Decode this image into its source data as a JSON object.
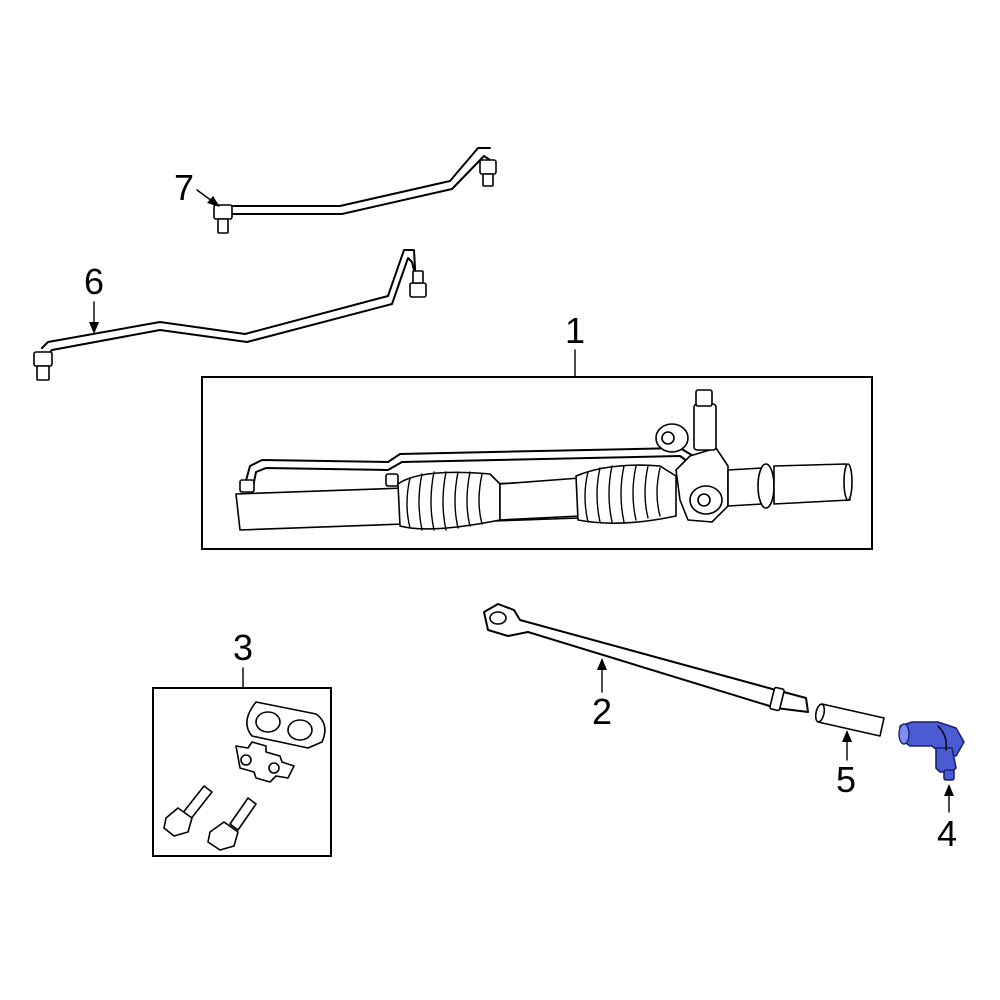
{
  "parts": [
    {
      "number": "1"
    },
    {
      "number": "2"
    },
    {
      "number": "3"
    },
    {
      "number": "4"
    },
    {
      "number": "5"
    },
    {
      "number": "6"
    },
    {
      "number": "7"
    }
  ],
  "highlight_color": "#4a5bd4"
}
